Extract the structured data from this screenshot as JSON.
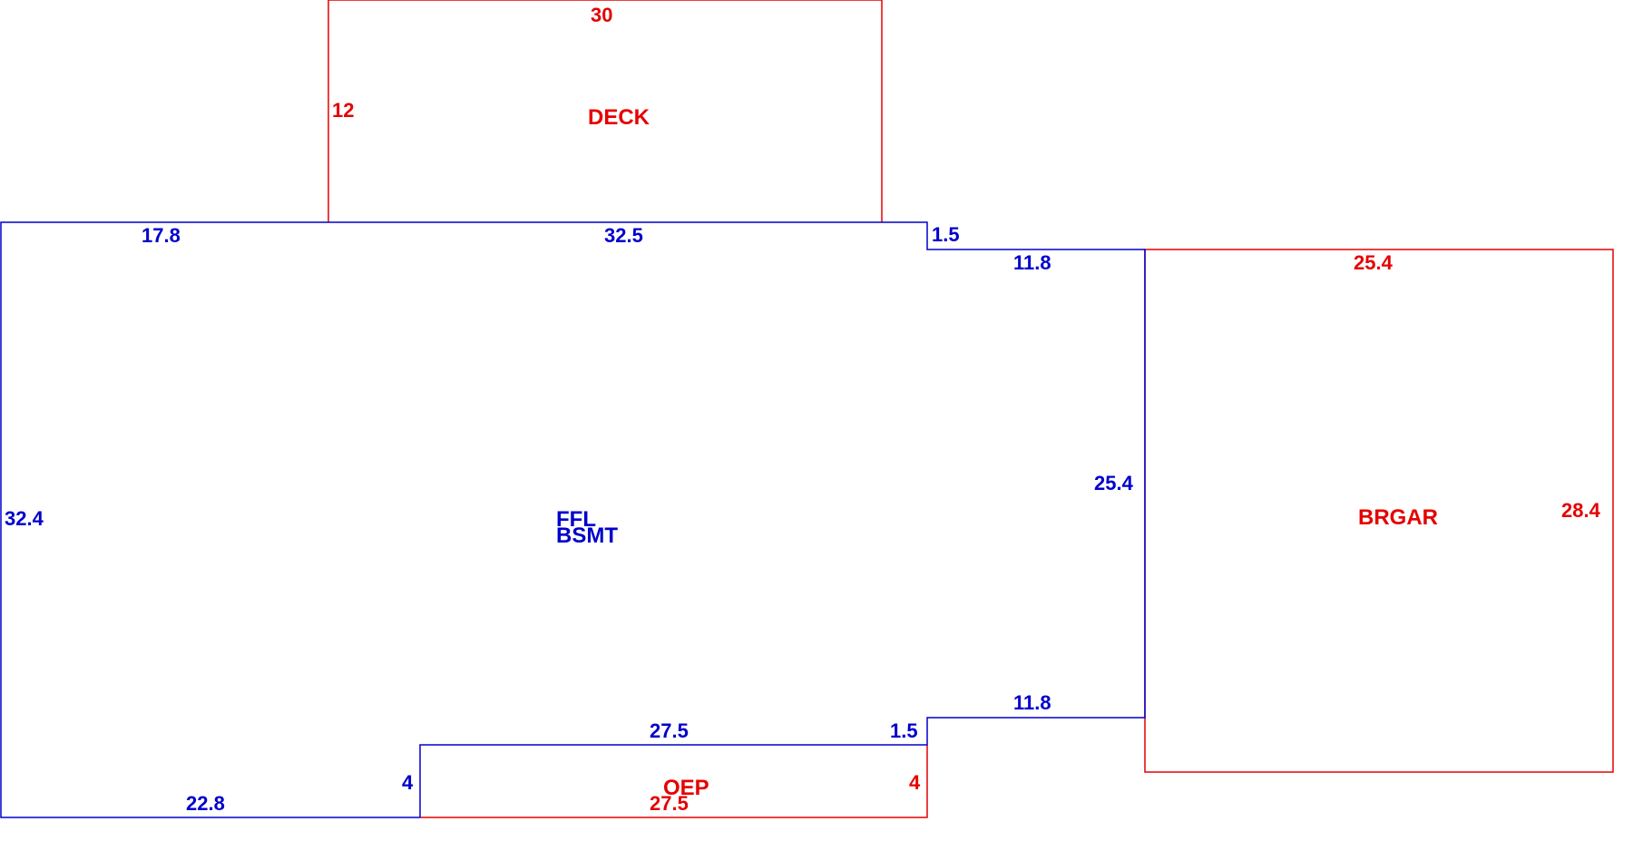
{
  "colors": {
    "living": "#0000cc",
    "other": "#e60000",
    "background": "#ffffff"
  },
  "areas": {
    "main_line1": "FFL",
    "main_line2": "BSMT",
    "deck": "DECK",
    "garage": "BRGAR",
    "porch": "OEP"
  },
  "dimensions": {
    "main_top_left": "17.8",
    "main_top_mid": "32.5",
    "main_step_top": "1.5",
    "main_jog_top": "11.8",
    "main_right": "25.4",
    "main_left": "32.4",
    "main_jog_bottom": "11.8",
    "main_step_bottom": "1.5",
    "main_notch_top": "27.5",
    "main_notch_left": "4",
    "main_bottom": "22.8",
    "deck_top": "30",
    "deck_left": "12",
    "garage_top": "25.4",
    "garage_right": "28.4",
    "porch_right": "4",
    "porch_bottom": "27.5"
  }
}
